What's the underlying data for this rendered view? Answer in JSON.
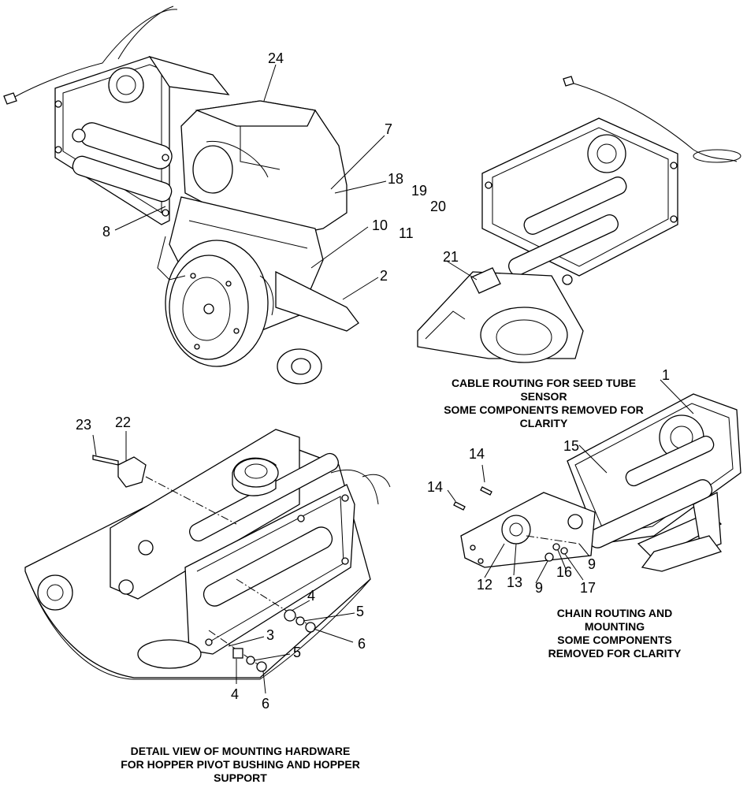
{
  "callouts": {
    "c1": "1",
    "c2": "2",
    "c3": "3",
    "c4a": "4",
    "c4b": "4",
    "c5a": "5",
    "c5b": "5",
    "c6a": "6",
    "c6b": "6",
    "c7": "7",
    "c8": "8",
    "c9a": "9",
    "c9b": "9",
    "c10": "10",
    "c11": "11",
    "c12": "12",
    "c13": "13",
    "c14a": "14",
    "c14b": "14",
    "c15": "15",
    "c16": "16",
    "c17": "17",
    "c18": "18",
    "c19": "19",
    "c20": "20",
    "c21": "21",
    "c22": "22",
    "c23": "23",
    "c24": "24"
  },
  "captions": {
    "cable_routing": [
      "CABLE ROUTING FOR SEED TUBE",
      "SENSOR",
      "SOME COMPONENTS REMOVED FOR",
      "CLARITY"
    ],
    "chain_routing": [
      "CHAIN ROUTING AND",
      "MOUNTING",
      "SOME COMPONENTS",
      "REMOVED FOR CLARITY"
    ],
    "detail_view": [
      "DETAIL VIEW OF MOUNTING HARDWARE",
      "FOR HOPPER PIVOT BUSHING AND HOPPER",
      "SUPPORT"
    ]
  }
}
